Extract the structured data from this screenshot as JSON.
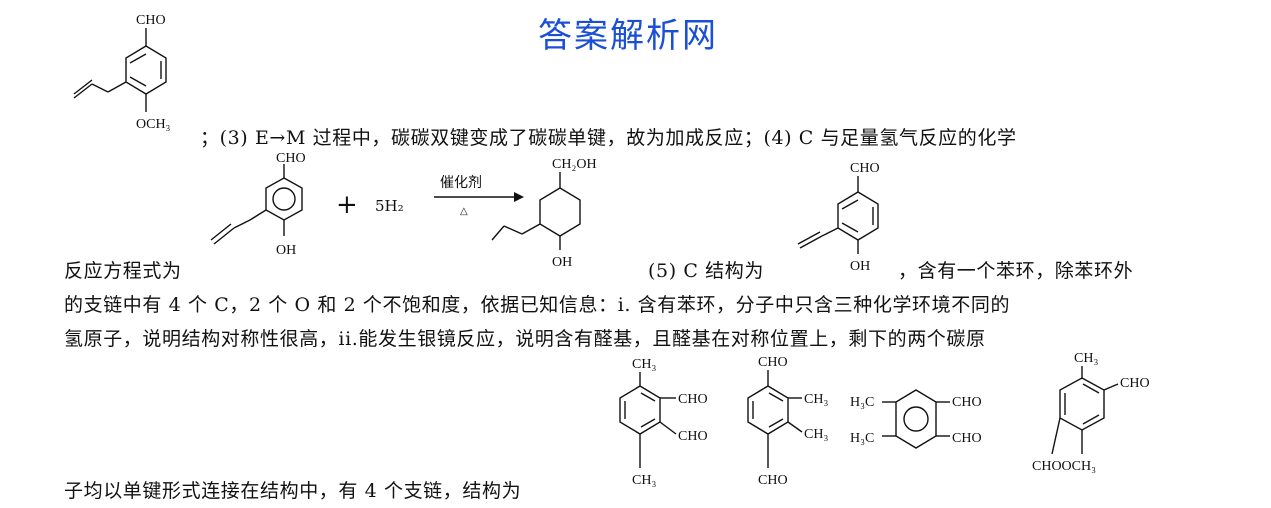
{
  "watermark": "答案解析网",
  "lines": {
    "l1": "；(3) E→M 过程中，碳碳双键变成了碳碳单键，故为加成反应；(4) C 与足量氢气反应的化学",
    "l2a": "反应方程式为",
    "l2b": "(5) C 结构为",
    "l2c": "，含有一个苯环，除苯环外",
    "l3": "的支链中有 4 个 C，2 个 O 和 2 个不饱和度，依据已知信息：i. 含有苯环，分子中只含三种化学环境不同的",
    "l4": "氢原子，说明结构对称性很高，ii.能发生银镜反应，说明含有醛基，且醛基在对称位置上，剩下的两个碳原",
    "l5": "子均以单键形式连接在结构中，有 4 个支链，结构为"
  },
  "chem": {
    "cho": "CHO",
    "och3": "OCH₃",
    "oh": "OH",
    "ch2oh": "CH₂OH",
    "ch3": "CH₃",
    "h3c": "H₃C",
    "plus": "+",
    "h2": "5H₂",
    "catalyst": "催化剂",
    "heat": "△",
    "cho_och3": "CHOOCH₃"
  }
}
